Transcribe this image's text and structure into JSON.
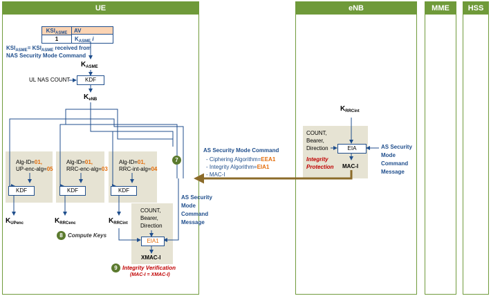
{
  "lanes": {
    "ue": "UE",
    "enb": "eNB",
    "mme": "MME",
    "hss": "HSS"
  },
  "table": {
    "h1": "KSI",
    "h1_sub": "ASME",
    "h2": "AV",
    "r1": "1",
    "r2": "K",
    "r2_sub": "ASME",
    "r2_i": "i"
  },
  "note": {
    "line1a": "KSI",
    "line1a_sub": "ASME",
    "line1b": "= KSI",
    "line1b_sub": "ASME",
    "line1c": " received from",
    "line2": "NAS Security Mode Command"
  },
  "kasme": {
    "k": "K",
    "sub": "ASME"
  },
  "ul_nas_count": "UL NAS COUNT",
  "kdf": "KDF",
  "kenb": {
    "k": "K",
    "sub": "eNB"
  },
  "alg_blocks": [
    {
      "id_label": "Alg-ID=",
      "id_val": "01,",
      "alg_label": "UP-enc-alg=",
      "alg_val": "05"
    },
    {
      "id_label": "Alg-ID=",
      "id_val": "01,",
      "alg_label": "RRC-enc-alg=",
      "alg_val": "03"
    },
    {
      "id_label": "Alg-ID=",
      "id_val": "01,",
      "alg_label": "RRC-int-alg=",
      "alg_val": "04"
    }
  ],
  "keys": {
    "kupenc": {
      "k": "K",
      "sub": "UPenc"
    },
    "krrcenc": {
      "k": "K",
      "sub": "RRCenc"
    },
    "krrcint": {
      "k": "K",
      "sub": "RRCint"
    }
  },
  "ue_verify": {
    "count": "COUNT,",
    "bearer": "Bearer,",
    "direction": "Direction",
    "eia": "EIA1",
    "xmac": "XMAC-I"
  },
  "steps": {
    "s7": "7",
    "s8": "8",
    "s8_label": "Compute Keys",
    "s9": "9",
    "s9_label": "Integrity Verification",
    "s9_sub": "(MAC-I = XMAC-I)"
  },
  "smc_message": {
    "title": "AS Security Mode Command",
    "item1_label": "- Ciphering Algorithm=",
    "item1_val": "EEA1",
    "item2_label": "- Integrity Algorithm=",
    "item2_val": "EIA1",
    "item3": "- MAC-I"
  },
  "ue_msg_label": [
    "AS Security",
    "Mode",
    "Command",
    "Message"
  ],
  "enb": {
    "krrcint": {
      "k": "K",
      "sub": "RRCint"
    },
    "count": "COUNT,",
    "bearer": "Bearer,",
    "direction": "Direction",
    "eia": "EIA",
    "macI": "MAC-I",
    "protection1": "Integrity",
    "protection2": "Protection",
    "msg_label": [
      "AS Security",
      "Mode",
      "Command",
      "Message"
    ]
  },
  "colors": {
    "lane": "#6f9a3a",
    "line": "#1f4e8c",
    "arrow_msg": "#8b6b2a",
    "panel": "#e6e3d3",
    "accent": "#e36c09",
    "alert": "#c00000"
  }
}
